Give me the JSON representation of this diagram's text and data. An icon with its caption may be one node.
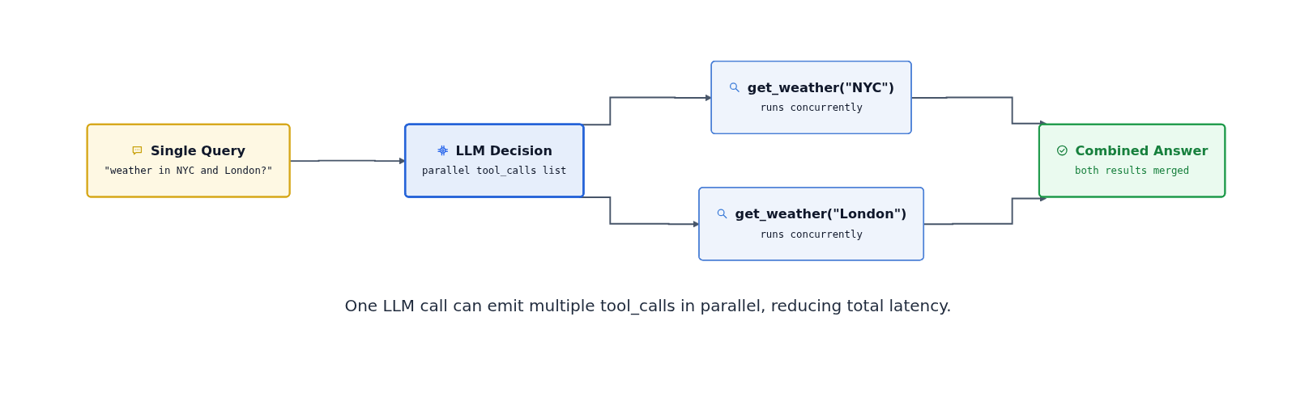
{
  "diagram": {
    "caption": "One LLM call can emit multiple tool_calls in parallel, reducing total latency.",
    "nodes": [
      {
        "text": [
          "Single Query",
          "\"weather in NYC and London?\""
        ]
      },
      {
        "text": [
          "LLM Decision",
          "parallel tool_calls list"
        ]
      },
      {
        "text": [
          "get_weather(\"NYC\")",
          "runs concurrently"
        ]
      },
      {
        "text": [
          "get_weather(\"London\")",
          "runs concurrently"
        ]
      },
      {
        "text": [
          "Combined Answer",
          "both results merged"
        ]
      }
    ],
    "edges": [
      {
        "from": 0,
        "to": 1,
        "arrow": "to"
      },
      {
        "from": 1,
        "to": 2,
        "arrow": "to"
      },
      {
        "from": 1,
        "to": 3,
        "arrow": "to"
      },
      {
        "from": 2,
        "to": 4,
        "arrow": "to"
      },
      {
        "from": 3,
        "to": 4,
        "arrow": "to"
      }
    ]
  }
}
